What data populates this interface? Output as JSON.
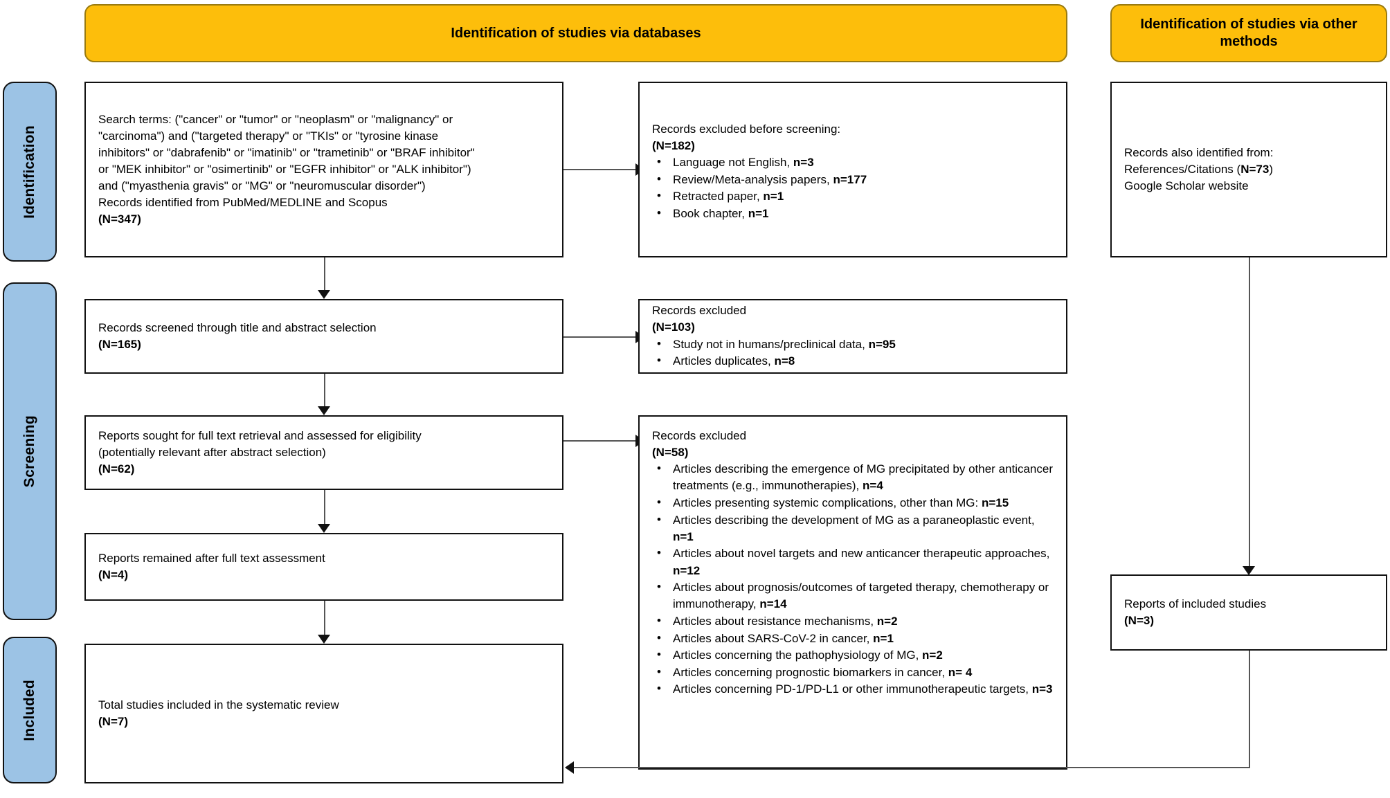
{
  "colors": {
    "banner_fill": "#FDBE0B",
    "banner_border": "#9A7B10",
    "phase_fill": "#9CC3E5",
    "box_border": "#111111",
    "connector": "#555555"
  },
  "banners": {
    "databases": "Identification of studies via databases",
    "other_methods": "Identification of studies via other methods"
  },
  "phases": {
    "identification": "Identification",
    "screening": "Screening",
    "included": "Included"
  },
  "boxes": {
    "search_terms": {
      "lines": [
        "Search terms: (\"cancer\" or \"tumor\" or \"neoplasm\" or \"malignancy\" or",
        "\"carcinoma\") and (\"targeted therapy\" or \"TKIs\" or \"tyrosine kinase",
        "inhibitors\" or \"dabrafenib\" or \"imatinib\" or \"trametinib\" or \"BRAF inhibitor\"",
        "or \"MEK inhibitor\" or \"osimertinib\" or \"EGFR inhibitor\" or \"ALK inhibitor\")",
        "and (\"myasthenia gravis\" or \"MG\" or \"neuromuscular disorder\")",
        "Records identified from PubMed/MEDLINE and Scopus"
      ],
      "count": "(N=347)"
    },
    "excluded_before_screening": {
      "title": "Records excluded before screening:",
      "count": "(N=182)",
      "items": [
        {
          "text": "Language not English, ",
          "n": "n=3"
        },
        {
          "text": "Review/Meta-analysis papers, ",
          "n": "n=177"
        },
        {
          "text": "Retracted paper, ",
          "n": "n=1"
        },
        {
          "text": "Book chapter, ",
          "n": "n=1"
        }
      ]
    },
    "other_identified": {
      "lines": [
        "Records also identified from:",
        "Google Scholar website"
      ],
      "references_prefix": "References/Citations (",
      "references_count": "N=73",
      "references_suffix": ")"
    },
    "records_screened": {
      "title": "Records screened through title and abstract selection",
      "count": "(N=165)"
    },
    "excluded_screening": {
      "title": "Records excluded",
      "count": "(N=103)",
      "items": [
        {
          "text": "Study not in humans/preclinical data, ",
          "n": "n=95"
        },
        {
          "text": "Articles duplicates, ",
          "n": "n=8"
        }
      ]
    },
    "reports_sought": {
      "line1": "Reports sought for full text retrieval and assessed for eligibility",
      "line2": "(potentially relevant after abstract selection)",
      "count": "(N=62)"
    },
    "excluded_fulltext": {
      "title": "Records excluded",
      "count": "(N=58)",
      "items": [
        {
          "text": "Articles describing the emergence of MG precipitated by other anticancer treatments (e.g., immunotherapies), ",
          "n": "n=4"
        },
        {
          "text": "Articles presenting systemic complications, other than MG: ",
          "n": "n=15"
        },
        {
          "text": "Articles describing the development of MG as a paraneoplastic event, ",
          "n": "n=1"
        },
        {
          "text": "Articles about novel targets and new anticancer therapeutic approaches, ",
          "n": "n=12"
        },
        {
          "text": "Articles about prognosis/outcomes of targeted therapy, chemotherapy or immunotherapy, ",
          "n": "n=14"
        },
        {
          "text": "Articles about resistance mechanisms, ",
          "n": "n=2"
        },
        {
          "text": "Articles about SARS-CoV-2 in cancer, ",
          "n": "n=1"
        },
        {
          "text": "Articles concerning the pathophysiology of MG, ",
          "n": "n=2"
        },
        {
          "text": "Articles concerning  prognostic biomarkers in cancer, ",
          "n": "n= 4"
        },
        {
          "text": "Articles concerning PD-1/PD-L1 or other immunotherapeutic targets, ",
          "n": "n=3"
        }
      ]
    },
    "reports_remained": {
      "title": "Reports remained after full text assessment",
      "count": "(N=4)"
    },
    "reports_included_other": {
      "title": "Reports of included studies",
      "count": "(N=3)"
    },
    "total_included": {
      "title": "Total studies included in the systematic review",
      "count": "(N=7)"
    }
  }
}
